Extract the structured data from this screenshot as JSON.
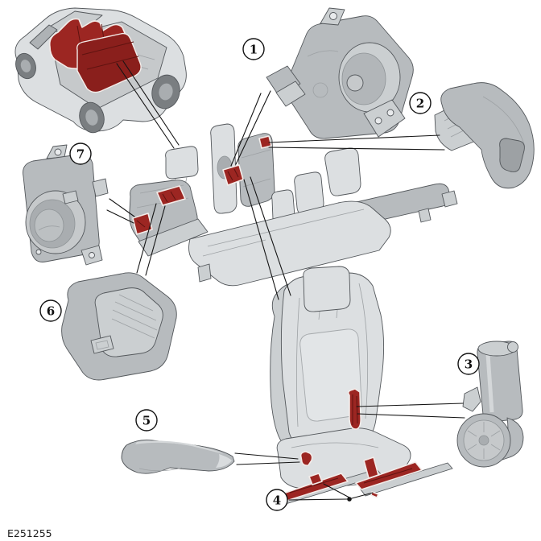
{
  "figure": {
    "code": "E251255"
  },
  "callouts": [
    {
      "number": "1"
    },
    {
      "number": "2"
    },
    {
      "number": "3"
    },
    {
      "number": "4"
    },
    {
      "number": "5"
    },
    {
      "number": "6"
    },
    {
      "number": "7"
    }
  ],
  "colors": {
    "background": "#ffffff",
    "part_light": "#dcdfe1",
    "part_mid": "#b7bbbe",
    "part_dark": "#9a9ea1",
    "outline": "#53575b",
    "highlight_red": "#9c2622",
    "highlight_red_dark": "#5f1310",
    "leader_line": "#141414",
    "callout_stroke": "#111111"
  }
}
